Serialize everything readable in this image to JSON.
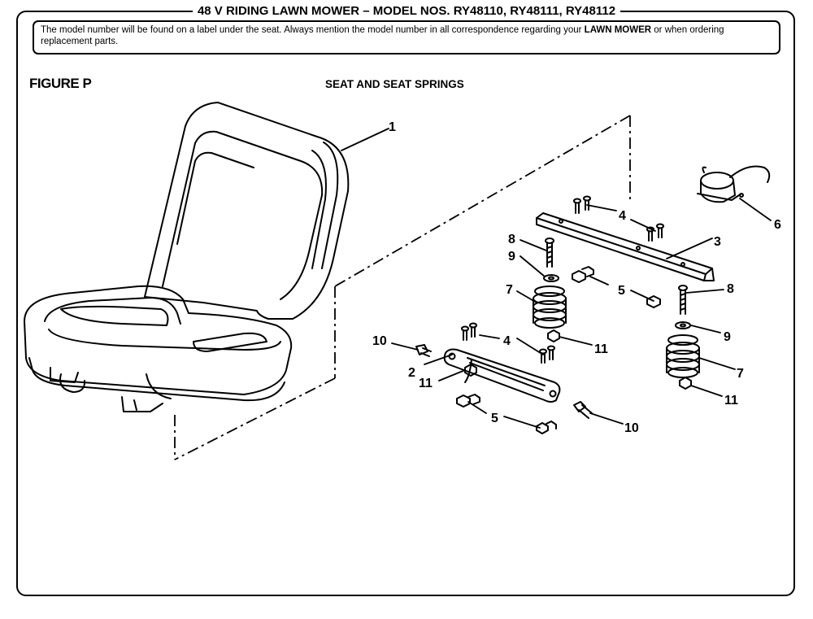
{
  "header": {
    "title": "48 V RIDING LAWN MOWER – MODEL NOS. RY48110, RY48111, RY48112"
  },
  "notice": {
    "text_before": "The model number will be found on a label under the seat. Always mention the model number in all correspondence regarding your ",
    "emphasis": "LAWN MOWER",
    "text_after": " or when ordering replacement parts."
  },
  "figure": {
    "label": "FIGURE P",
    "title": "SEAT AND SEAT SPRINGS"
  },
  "callouts": [
    {
      "id": "seat",
      "text": "1"
    },
    {
      "id": "lower-bracket",
      "text": "2"
    },
    {
      "id": "upper-bracket",
      "text": "3"
    },
    {
      "id": "screws-top",
      "text": "4"
    },
    {
      "id": "screws-lower",
      "text": "4"
    },
    {
      "id": "nuts-mid",
      "text": "5"
    },
    {
      "id": "nuts-low",
      "text": "5"
    },
    {
      "id": "switch",
      "text": "6"
    },
    {
      "id": "spring-left",
      "text": "7"
    },
    {
      "id": "spring-right",
      "text": "7"
    },
    {
      "id": "bolt-left",
      "text": "8"
    },
    {
      "id": "bolt-right",
      "text": "8"
    },
    {
      "id": "washer-left",
      "text": "9"
    },
    {
      "id": "washer-right",
      "text": "9"
    },
    {
      "id": "pivot-left",
      "text": "10"
    },
    {
      "id": "pivot-right",
      "text": "10"
    },
    {
      "id": "nut-center",
      "text": "11"
    },
    {
      "id": "nut-lower-left",
      "text": "11"
    },
    {
      "id": "nut-right",
      "text": "11"
    }
  ]
}
